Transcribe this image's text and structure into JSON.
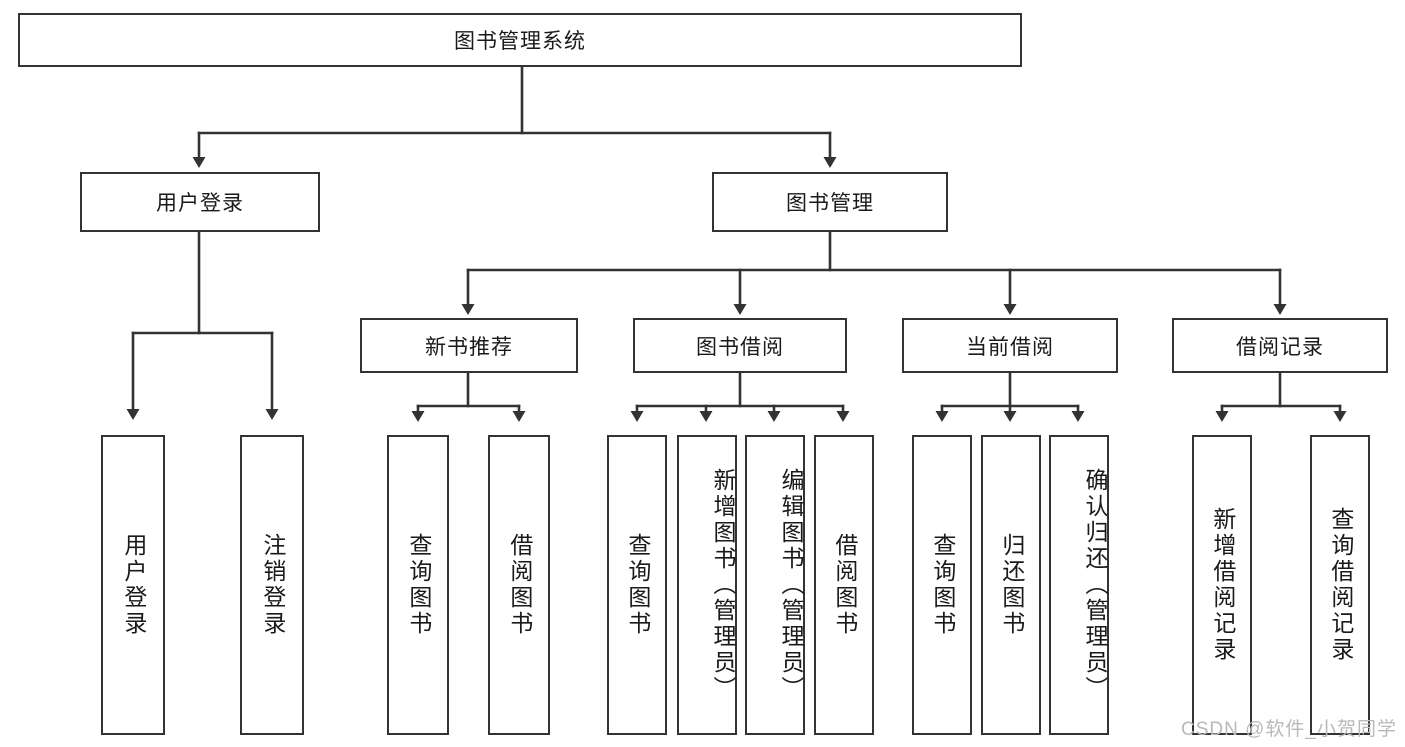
{
  "diagram": {
    "title_node": {
      "label": "图书管理系统"
    },
    "level1": [
      {
        "id": "user-login",
        "label": "用户登录"
      },
      {
        "id": "book-management",
        "label": "图书管理"
      }
    ],
    "level2": [
      {
        "id": "new-book-recommend",
        "label": "新书推荐"
      },
      {
        "id": "book-borrow",
        "label": "图书借阅"
      },
      {
        "id": "current-borrow",
        "label": "当前借阅"
      },
      {
        "id": "borrow-record",
        "label": "借阅记录"
      }
    ],
    "leaves": [
      {
        "id": "leaf-user-login",
        "label": "用户登录",
        "align": "center"
      },
      {
        "id": "leaf-logout-login",
        "label": "注销登录",
        "align": "center"
      },
      {
        "id": "leaf-query-book-1",
        "label": "查询图书",
        "align": "center"
      },
      {
        "id": "leaf-borrow-book-1",
        "label": "借阅图书",
        "align": "center"
      },
      {
        "id": "leaf-query-book-2",
        "label": "查询图书",
        "align": "center"
      },
      {
        "id": "leaf-add-book",
        "label": "新增图书（管理员）",
        "align": "top"
      },
      {
        "id": "leaf-edit-book",
        "label": "编辑图书（管理员）",
        "align": "top"
      },
      {
        "id": "leaf-borrow-book-2",
        "label": "借阅图书",
        "align": "center"
      },
      {
        "id": "leaf-query-book-3",
        "label": "查询图书",
        "align": "center"
      },
      {
        "id": "leaf-return-book",
        "label": "归还图书",
        "align": "center"
      },
      {
        "id": "leaf-confirm-return",
        "label": "确认归还（管理员）",
        "align": "top"
      },
      {
        "id": "leaf-add-borrow-record",
        "label": "新增借阅记录",
        "align": "center"
      },
      {
        "id": "leaf-query-borrow-record",
        "label": "查询借阅记录",
        "align": "center"
      }
    ],
    "watermark": "CSDN @软件_小贺同学",
    "colors": {
      "border": "#333333",
      "line": "#333333",
      "background": "#ffffff",
      "text": "#1a1a1a",
      "watermark": "#b9b9b9"
    }
  }
}
